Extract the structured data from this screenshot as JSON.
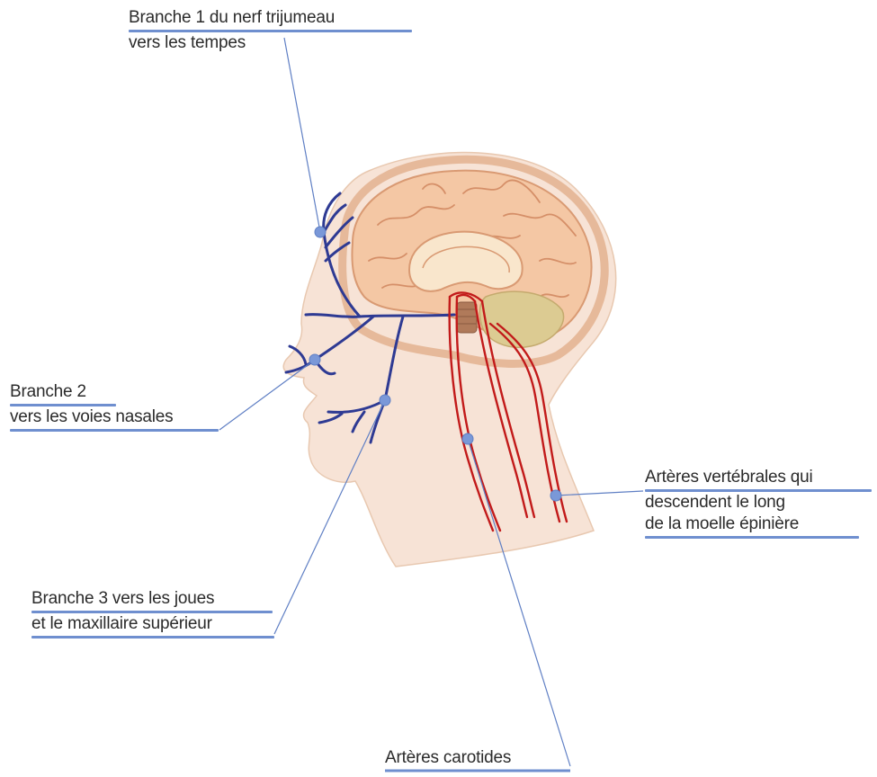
{
  "labels": {
    "branch1": {
      "line1": "Branche 1 du nerf trijumeau",
      "line2": "vers les tempes"
    },
    "branch2": {
      "line1": "Branche 2",
      "line2": "vers les voies nasales"
    },
    "branch3": {
      "line1": "Branche 3 vers les joues",
      "line2": "et le maxillaire supérieur"
    },
    "vertebral": {
      "line1": "Artères vertébrales qui",
      "line2": "descendent le long",
      "line3": "de la moelle épinière"
    },
    "carotid": {
      "line1": "Artères carotides"
    }
  },
  "colors": {
    "skin": "#f7e3d6",
    "head_outline": "#d9a987",
    "brain": "#f4c7a4",
    "cerebellum": "#dccb92",
    "nerve": "#2e3a93",
    "artery": "#c21a1a",
    "leader": "#5f7fc4",
    "dot": "#7a98d8"
  }
}
